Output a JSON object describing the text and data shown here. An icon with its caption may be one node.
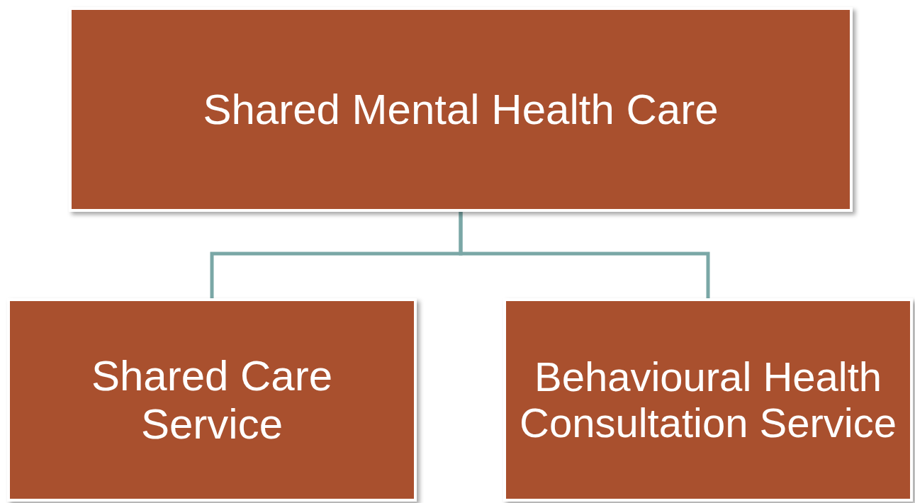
{
  "diagram": {
    "nodes": [
      {
        "text": [
          "Shared Mental Health Care"
        ]
      },
      {
        "text": [
          "Shared Care Service"
        ]
      },
      {
        "text": [
          "Behavioural Health Consultation Service"
        ]
      }
    ],
    "edges": [
      {
        "from": 0,
        "to": 1,
        "arrow": "none"
      },
      {
        "from": 0,
        "to": 2,
        "arrow": "none"
      }
    ]
  }
}
